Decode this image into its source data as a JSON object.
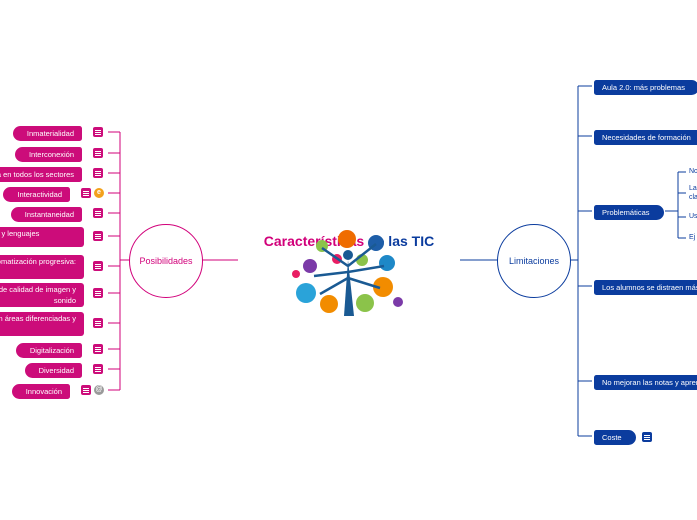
{
  "title": {
    "part1": "Características",
    "part2": "de las TIC"
  },
  "icons": {
    "central": "tic-illustration-icon",
    "note": "note-icon",
    "link": "link-icon",
    "attachment": "attachment-icon"
  },
  "colors": {
    "pink": "#cc0c7a",
    "blue": "#0b3c9e",
    "orange": "#f3a11c",
    "grey": "#9a9a9a"
  },
  "left_branch": {
    "label": "Posibilidades",
    "items": [
      {
        "label": "Inmaterialidad"
      },
      {
        "label": "Interconexión"
      },
      {
        "label": "Influencia en todos los sectores"
      },
      {
        "label": "Interactividad"
      },
      {
        "label": "Instantaneidad"
      },
      {
        "label": "Nuevos códigos y lenguajes"
      },
      {
        "label": "Automatización progresiva:"
      },
      {
        "label": "Elevados parámetros de calidad de imagen y sonido"
      },
      {
        "label": "Penetración en áreas diferenciadas y"
      },
      {
        "label": "Digitalización"
      },
      {
        "label": "Diversidad"
      },
      {
        "label": "Innovación"
      }
    ]
  },
  "right_branch": {
    "label": "Limitaciones",
    "items": [
      {
        "label": "Aula 2.0: más problemas"
      },
      {
        "label": "Necesidades de formación"
      },
      {
        "label": "Problemáticas"
      },
      {
        "label": "Los alumnos se distraen más"
      },
      {
        "label": "No mejoran las notas y aprendizajes"
      },
      {
        "label": "Coste"
      }
    ],
    "sub_items": [
      {
        "label": "No"
      },
      {
        "label": "La clase"
      },
      {
        "label": "Us"
      },
      {
        "label": "Ej"
      }
    ]
  }
}
